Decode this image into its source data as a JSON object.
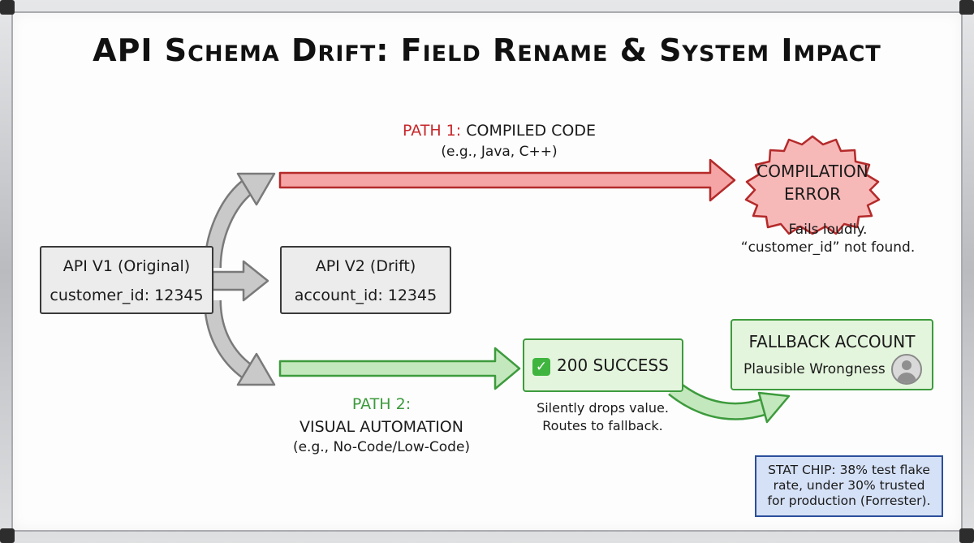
{
  "title": "API Schema Drift: Field Rename & System Impact",
  "api_v1": {
    "label": "API V1 (Original)",
    "field": "customer_id: 12345"
  },
  "api_v2": {
    "label": "API V2 (Drift)",
    "field": "account_id: 12345"
  },
  "path1": {
    "prefix": "PATH 1:",
    "label": "COMPILED CODE",
    "example": "(e.g., Java, C++)"
  },
  "compilation_error": {
    "line1": "COMPILATION",
    "line2": "ERROR",
    "note1": "Fails loudly.",
    "note2": "“customer_id” not found."
  },
  "path2": {
    "prefix": "PATH 2:",
    "label": "VISUAL AUTOMATION",
    "example": "(e.g., No-Code/Low-Code)"
  },
  "success": {
    "label": "200 SUCCESS",
    "icon": "check-mark-icon",
    "note1": "Silently drops value.",
    "note2": "Routes to fallback."
  },
  "fallback": {
    "label": "FALLBACK ACCOUNT",
    "sublabel": "Plausible Wrongness",
    "icon": "user-avatar-icon"
  },
  "stat_chip": {
    "line1": "STAT CHIP: 38% test flake",
    "line2": "rate, under 30% trusted",
    "line3": "for production (Forrester)."
  },
  "colors": {
    "red": "#c8282a",
    "green": "#3c9a3c",
    "blue": "#2c4f9c",
    "gray": "#9a9a9a"
  }
}
